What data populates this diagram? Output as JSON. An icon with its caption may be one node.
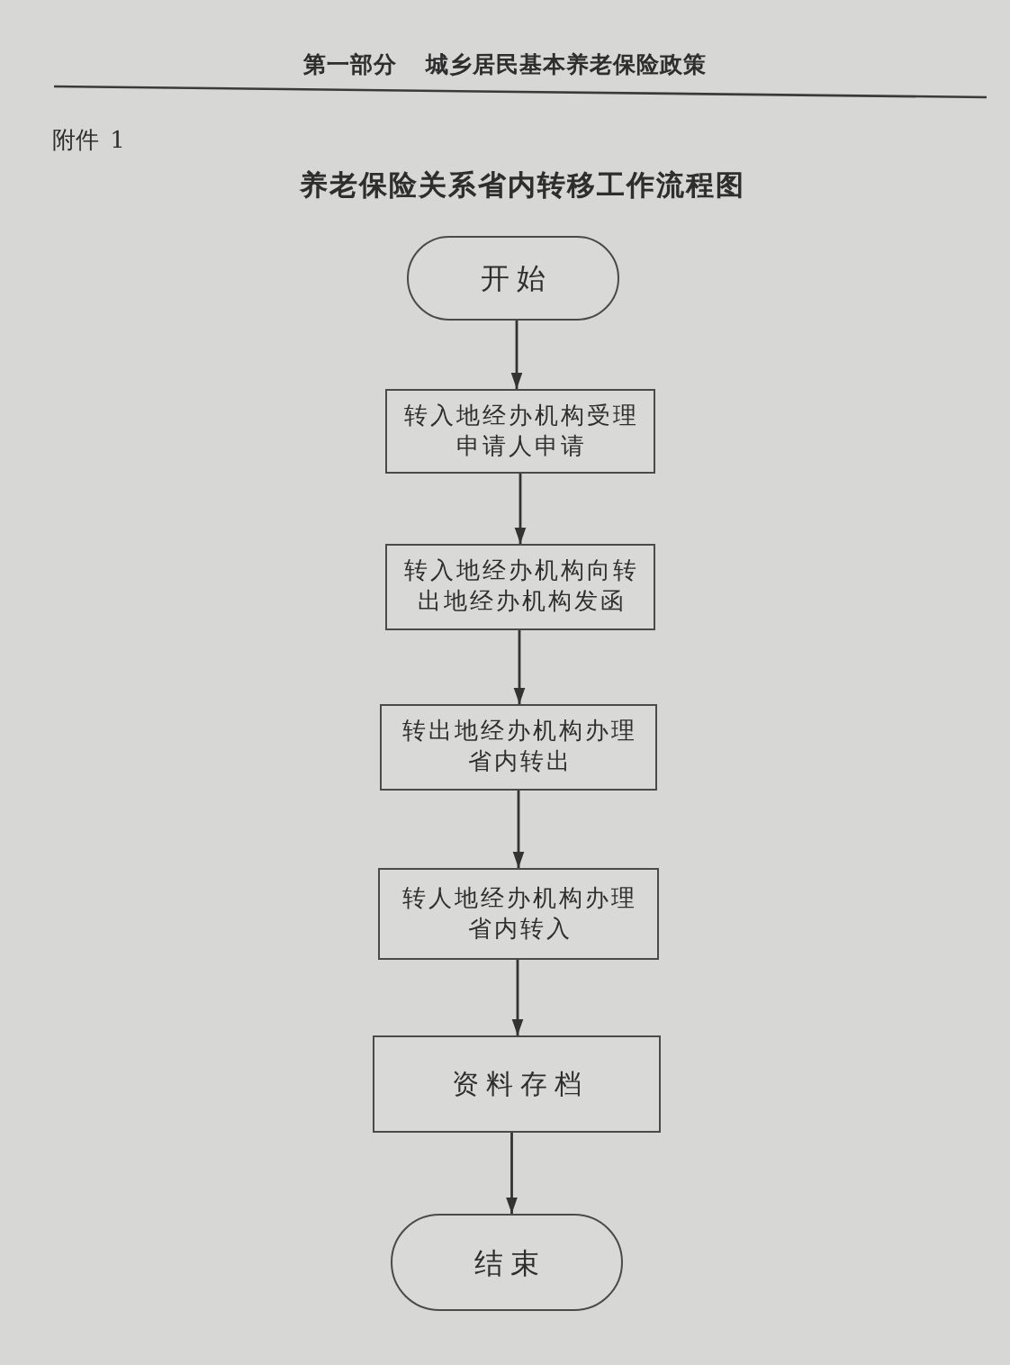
{
  "diagram": {
    "title": "养老保险关系省内转移工作流程图",
    "nodes": [
      {
        "text": [
          "开始"
        ]
      },
      {
        "text": [
          "转入地经办机构受理申请人申请"
        ]
      },
      {
        "text": [
          "转入地经办机构向转出地经办机构发函"
        ]
      },
      {
        "text": [
          "转出地经办机构办理省内转出"
        ]
      },
      {
        "text": [
          "转人地经办机构办理省内转入"
        ]
      },
      {
        "text": [
          "资料存档"
        ]
      },
      {
        "text": [
          "结束"
        ]
      }
    ],
    "edges": [
      {
        "from": 0,
        "to": 1,
        "arrow": "to"
      },
      {
        "from": 1,
        "to": 2,
        "arrow": "to"
      },
      {
        "from": 2,
        "to": 3,
        "arrow": "to"
      },
      {
        "from": 3,
        "to": 4,
        "arrow": "to"
      },
      {
        "from": 4,
        "to": 5,
        "arrow": "to"
      },
      {
        "from": 5,
        "to": 6,
        "arrow": "to"
      }
    ],
    "labels": [
      "第一部分 城乡居民基本养老保险政策",
      "附件 1"
    ]
  }
}
